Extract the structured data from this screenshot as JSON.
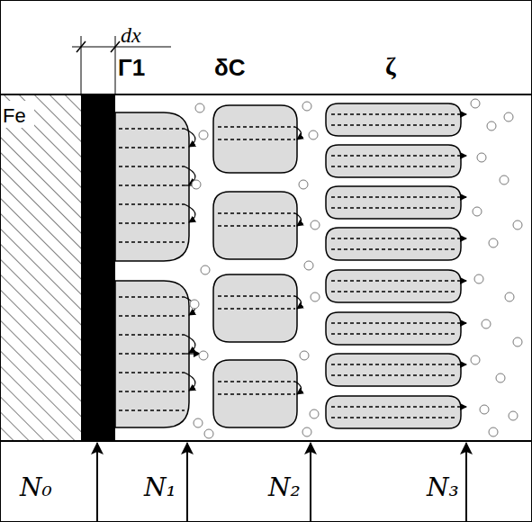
{
  "diagram": {
    "labels": [
      "dx",
      "Γ1",
      "δC",
      "ζ",
      "Fe",
      "N₀",
      "N₁",
      "N₂",
      "N₃"
    ]
  }
}
